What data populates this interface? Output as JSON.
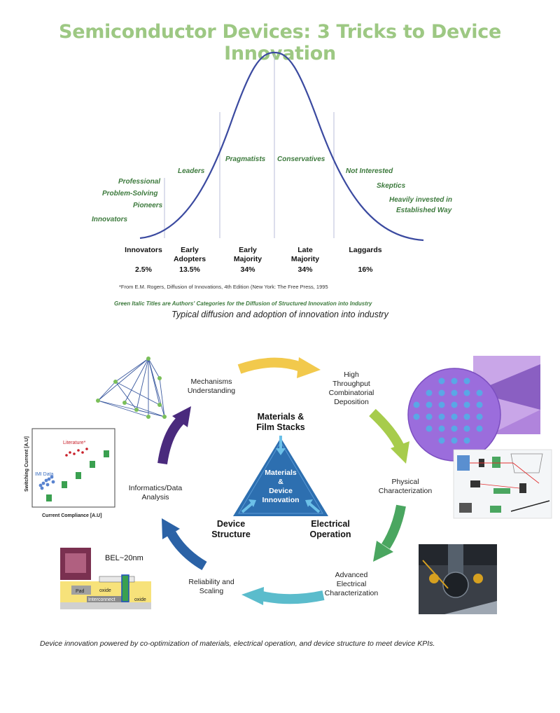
{
  "title": "Semiconductor Devices: 3 Tricks to Device Innovation",
  "bell": {
    "labels": {
      "professional1": "Professional",
      "professional2": "Problem-Solving",
      "professional3": "Pioneers",
      "innovators": "Innovators",
      "leaders": "Leaders",
      "pragmatists": "Pragmatists",
      "conservatives": "Conservatives",
      "not_interested": "Not Interested",
      "skeptics": "Skeptics",
      "heavy1": "Heavily invested in",
      "heavy2": "Established Way"
    },
    "categories": [
      {
        "name1": "Innovators",
        "name2": "",
        "pct": "2.5%"
      },
      {
        "name1": "Early",
        "name2": "Adopters",
        "pct": "13.5%"
      },
      {
        "name1": "Early",
        "name2": "Majority",
        "pct": "34%"
      },
      {
        "name1": "Late",
        "name2": "Majority",
        "pct": "34%"
      },
      {
        "name1": "Laggards",
        "name2": "",
        "pct": "16%"
      }
    ],
    "reference": "*From E.M. Rogers, Diffusion of Innovations, 4th Edition (New York: The Free Press, 1995",
    "note": "Green Italic Titles are Authors' Categories for the Diffusion of Structured Innovation into Industry",
    "caption": "Typical diffusion and adoption of innovation into industry"
  },
  "cycle": {
    "center_top1": "Materials &",
    "center_top2": "Film Stacks",
    "center_in1": "Materials",
    "center_in2": "&",
    "center_in3": "Device",
    "center_in4": "Innovation",
    "left1": "Device",
    "left2": "Structure",
    "right1": "Electrical",
    "right2": "Operation",
    "steps": {
      "mech1": "Mechanisms",
      "mech2": "Understanding",
      "hts1": "High",
      "hts2": "Throughput",
      "hts3": "Combinatorial",
      "hts4": "Deposition",
      "phys1": "Physical",
      "phys2": "Characterization",
      "adv1": "Advanced",
      "adv2": "Electrical",
      "adv3": "Characterization",
      "rel1": "Reliability and",
      "rel2": "Scaling",
      "info1": "Informatics/Data",
      "info2": "Analysis"
    },
    "plot": {
      "ylabel": "Switching Current [A.U]",
      "xlabel": "Current Compliance [A.U]",
      "literature": "Literature*",
      "imi": "IMI Data"
    },
    "device": {
      "bel": "BEL~20nm",
      "pad": "Pad",
      "oxide1": "oxide",
      "oxide2": "oxide",
      "interconnect": "Interconnect"
    },
    "caption": "Device innovation powered by co-optimization of materials, electrical operation, and device structure to meet device KPIs."
  },
  "colors": {
    "title_green": "#9dc883",
    "curve": "#3b4aa0",
    "triangle": "#2d6fb0",
    "arrow_yellow": "#f2c94c",
    "arrow_lime": "#a7cc4c",
    "arrow_green": "#4aa660",
    "arrow_cyan": "#5bbccc",
    "arrow_blue": "#2b62a6",
    "arrow_purple": "#4a2a7d"
  }
}
